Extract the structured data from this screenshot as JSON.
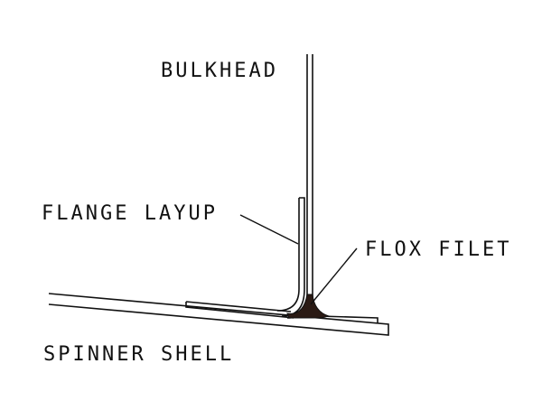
{
  "labels": {
    "bulkhead": "BULKHEAD",
    "flange_layup": "FLANGE LAYUP",
    "flox_filet": "FLOX FILET",
    "spinner_shell": "SPINNER SHELL"
  },
  "colors": {
    "line": "#111111",
    "flox": "#2a1a14",
    "background": "#ffffff"
  }
}
